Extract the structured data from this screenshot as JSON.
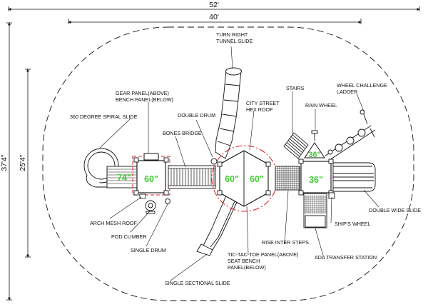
{
  "dimensions": {
    "outer_width": "52'",
    "inner_width": "40'",
    "outer_height": "37'4\"",
    "inner_height": "25'4\""
  },
  "decks": {
    "spiral_deck": "74\"",
    "deck_left": "60\"",
    "deck_center_left": "60\"",
    "deck_center_right": "60\"",
    "deck_right_upper": "36\"",
    "deck_right": "36\""
  },
  "labels": {
    "turn_right_tunnel_slide": [
      "TURN RIGHT",
      "TUNNEL SLIDE"
    ],
    "gear_bench_panel": [
      "GEAR PANEL(ABOVE)",
      "BENCH PANEL(BELOW)"
    ],
    "spiral_slide": [
      "360 DEGREE SPIRAL SLIDE"
    ],
    "double_drum": [
      "DOUBLE DRUM"
    ],
    "city_street_roof": [
      "CITY STREET",
      "HEX ROOF"
    ],
    "stairs": [
      "STAIRS"
    ],
    "rain_wheel": [
      "RAIN WHEEL"
    ],
    "wheel_challenge_ladder": [
      "WHEEL CHALLENGE",
      "LADDER"
    ],
    "bones_bridge": [
      "BONES BRIDGE"
    ],
    "arch_mesh_roof": [
      "ARCH MESH ROOF"
    ],
    "pod_climber": [
      "POD CLIMBER"
    ],
    "single_drum": [
      "SINGLE DRUM"
    ],
    "double_wide_slide": [
      "DOUBLE WIDE SLIDE"
    ],
    "ships_wheel": [
      "SHIP'S WHEEL"
    ],
    "rise_inter_steps": [
      "RISE INTER STEPS"
    ],
    "tic_tac_toe_panel": [
      "TIC-TAC-TOE PANEL(ABOVE)",
      "SEAT BENCH",
      "PANEL(BELOW)"
    ],
    "ada_transfer_station": [
      "ADA TRANSFER STATION"
    ],
    "single_sectional_slide": [
      "SINGLE SECTIONAL SLIDE"
    ]
  },
  "colors": {
    "deck_label": "#3ecf2e",
    "accent_dash": "#e0262b",
    "line": "#111111"
  }
}
